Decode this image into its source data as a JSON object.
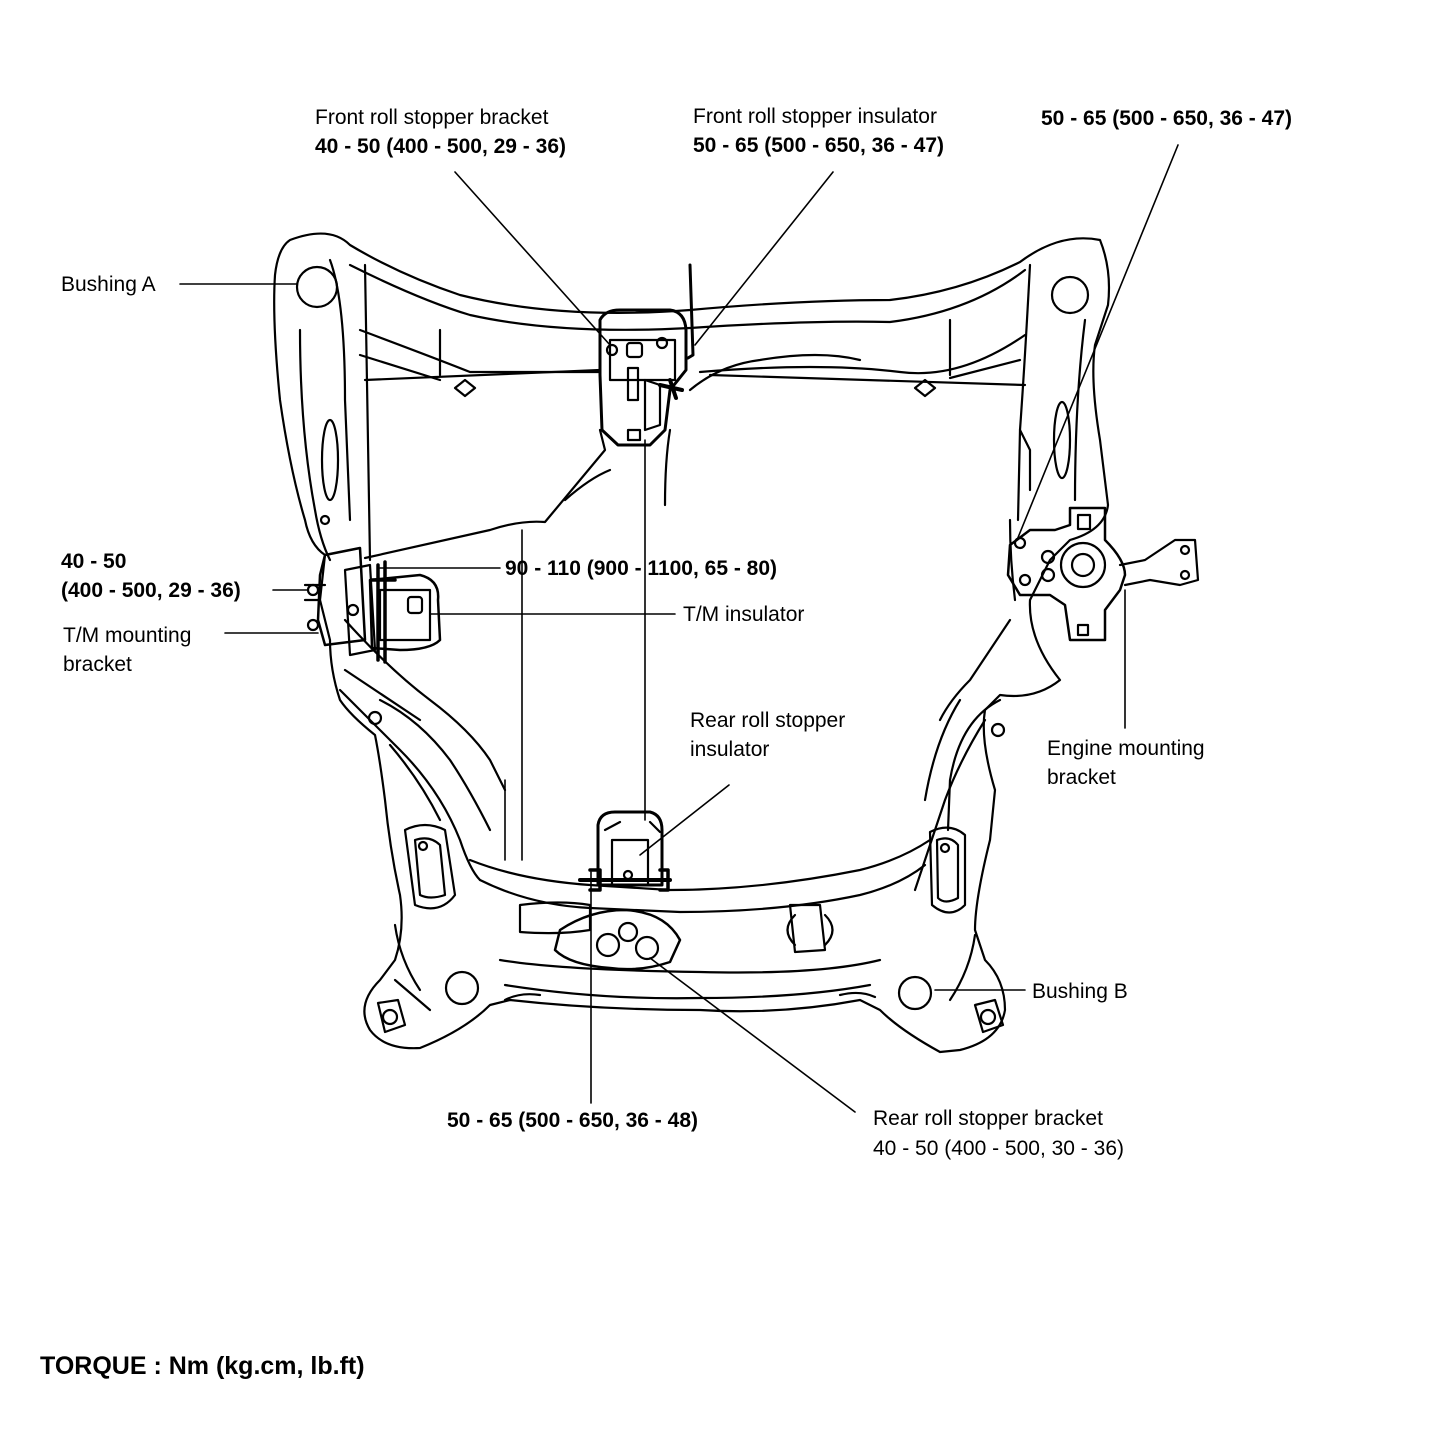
{
  "labels": {
    "front_roll_stopper_bracket": "Front roll stopper bracket",
    "front_roll_stopper_bracket_torque": "40 - 50 (400 - 500, 29 - 36)",
    "front_roll_stopper_insulator": "Front roll stopper insulator",
    "front_roll_stopper_insulator_torque": "50 - 65 (500 - 650, 36 - 47)",
    "engine_bracket_bolt_torque": "50 - 65 (500 - 650, 36 - 47)",
    "bushing_a": "Bushing A",
    "tm_bracket_torque_line1": "40 - 50",
    "tm_bracket_torque_line2": "(400 - 500, 29 - 36)",
    "tm_mounting_bracket_line1": "T/M mounting",
    "tm_mounting_bracket_line2": "bracket",
    "tm_insulator_torque": "90 - 110 (900 - 1100, 65 - 80)",
    "tm_insulator": "T/M insulator",
    "rear_roll_stopper_insulator_line1": "Rear roll stopper",
    "rear_roll_stopper_insulator_line2": "insulator",
    "engine_mounting_bracket_line1": "Engine mounting",
    "engine_mounting_bracket_line2": "bracket",
    "bushing_b": "Bushing B",
    "rear_insulator_torque": "50 - 65 (500 - 650, 36 - 48)",
    "rear_roll_stopper_bracket": "Rear roll stopper bracket",
    "rear_roll_stopper_bracket_torque": "40 - 50 (400 - 500, 30 - 36)"
  },
  "footer": {
    "torque_units": "TORQUE : Nm (kg.cm, lb.ft)"
  }
}
